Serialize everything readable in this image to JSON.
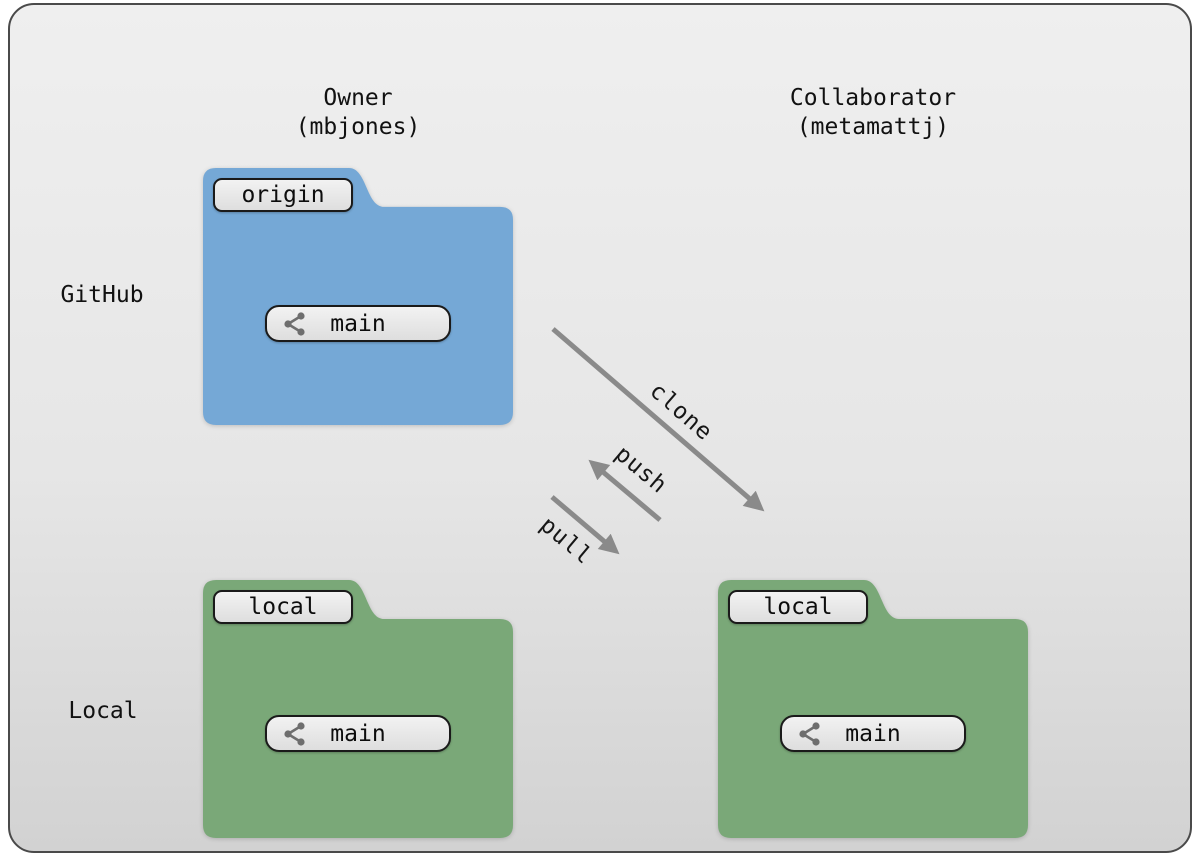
{
  "columns": [
    {
      "role": "Owner",
      "username": "(mbjones)"
    },
    {
      "role": "Collaborator",
      "username": "(metamattj)"
    }
  ],
  "rows": [
    {
      "label": "GitHub"
    },
    {
      "label": "Local"
    }
  ],
  "folders": [
    {
      "name": "owner-github-repo",
      "tab_label": "origin",
      "branch_label": "main",
      "fill": "#75a8d6"
    },
    {
      "name": "owner-local-repo",
      "tab_label": "local",
      "branch_label": "main",
      "fill": "#7aa878"
    },
    {
      "name": "collaborator-local-repo",
      "tab_label": "local",
      "branch_label": "main",
      "fill": "#7aa878"
    }
  ],
  "arrows": [
    {
      "label": "clone"
    },
    {
      "label": "push"
    },
    {
      "label": "pull"
    }
  ],
  "icons": {
    "branch_pill_icon": "branch-icon"
  },
  "colors": {
    "arrow": "#8a8a8a",
    "github_repo_fill": "#75a8d6",
    "local_repo_fill": "#7aa878",
    "pill_border": "#1a1a1a",
    "canvas_border": "#4a4a4a",
    "background_top": "#efefef",
    "background_bottom": "#d2d2d2",
    "text": "#111111",
    "branch_icon": "#6e6e6e"
  }
}
